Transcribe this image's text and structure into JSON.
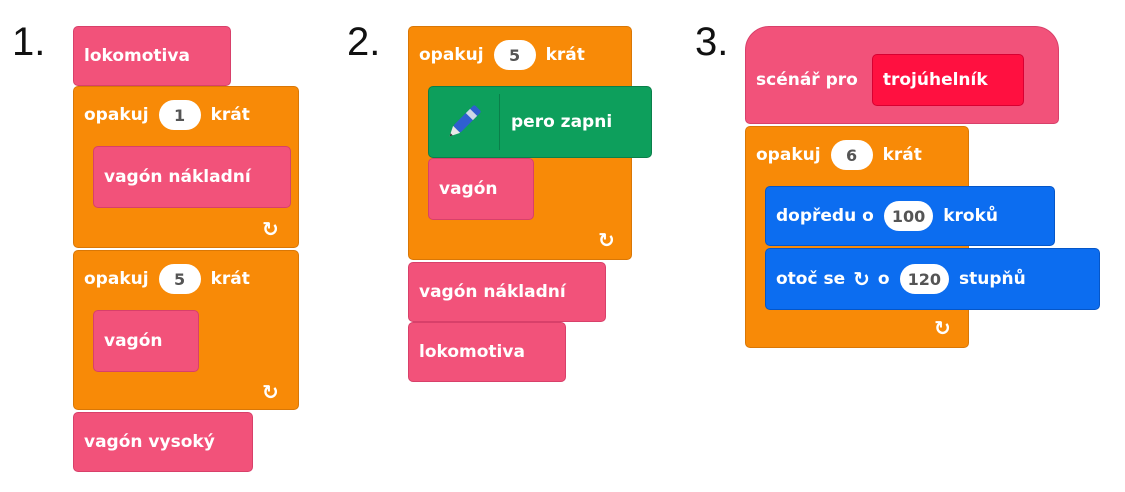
{
  "labels": {
    "n1": "1.",
    "n2": "2.",
    "n3": "3."
  },
  "s1": {
    "locomotive": "lokomotiva",
    "repeat_a": {
      "prefix": "opakuj",
      "count": "1",
      "suffix": "krát"
    },
    "cargo": "vagón nákladní",
    "repeat_b": {
      "prefix": "opakuj",
      "count": "5",
      "suffix": "krát"
    },
    "wagon": "vagón",
    "tall": "vagón vysoký"
  },
  "s2": {
    "repeat": {
      "prefix": "opakuj",
      "count": "5",
      "suffix": "krát"
    },
    "pen": "pero zapni",
    "wagon": "vagón",
    "cargo": "vagón nákladní",
    "locomotive": "lokomotiva"
  },
  "s3": {
    "hat": {
      "prefix": "scénář pro",
      "name": "trojúhelník"
    },
    "repeat": {
      "prefix": "opakuj",
      "count": "6",
      "suffix": "krát"
    },
    "forward": {
      "prefix": "dopředu o",
      "value": "100",
      "suffix": "kroků"
    },
    "turn": {
      "prefix": "otoč se",
      "mid": "o",
      "value": "120",
      "suffix": "stupňů"
    }
  },
  "loop_arrow": "↻",
  "turn_symbol": "↻",
  "colors": {
    "looks": "#f2527a",
    "control": "#f88a07",
    "pen": "#0d9f5c",
    "motion": "#0c6df0",
    "hat_name": "#ff1040"
  },
  "icons": {
    "loop": "loop-arrow-icon",
    "pen": "pen-icon",
    "turn": "rotate-right-icon"
  }
}
